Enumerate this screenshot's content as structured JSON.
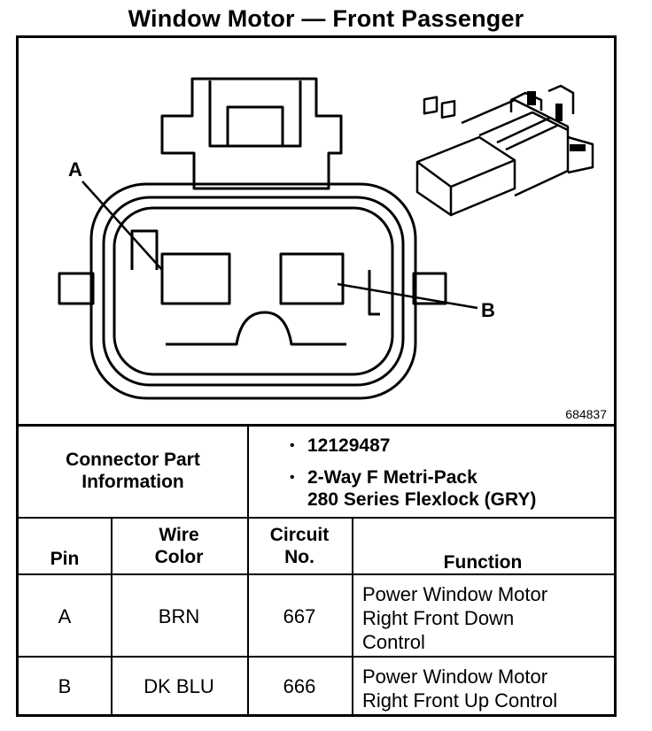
{
  "title": "Window Motor — Front Passenger",
  "figure": {
    "id": "684837",
    "callouts": {
      "a": "A",
      "b": "B"
    }
  },
  "connector_info": {
    "label_line1": "Connector Part",
    "label_line2": "Information",
    "bullet_symbol": "•",
    "part_number": "12129487",
    "desc_line1": "2-Way F Metri-Pack",
    "desc_line2": "280 Series Flexlock (GRY)"
  },
  "table": {
    "headers": {
      "pin": "Pin",
      "wire_line1": "Wire",
      "wire_line2": "Color",
      "circuit_line1": "Circuit",
      "circuit_line2": "No.",
      "function": "Function"
    },
    "rows": [
      {
        "pin": "A",
        "color": "BRN",
        "circuit": "667",
        "function": [
          "Power Window Motor",
          "Right Front Down",
          "Control"
        ]
      },
      {
        "pin": "B",
        "color": "DK BLU",
        "circuit": "666",
        "function": [
          "Power Window Motor",
          "Right Front Up Control"
        ]
      }
    ]
  }
}
